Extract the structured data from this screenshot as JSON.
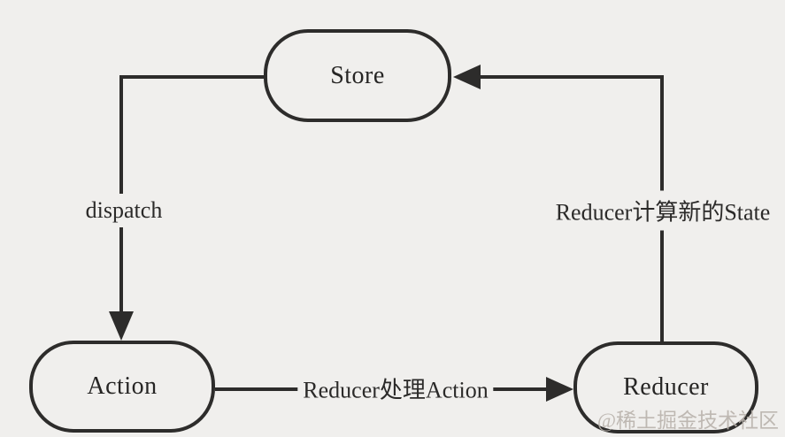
{
  "diagram": {
    "description": "Redux data flow diagram",
    "nodes": [
      {
        "id": "store",
        "label": "Store"
      },
      {
        "id": "action",
        "label": "Action"
      },
      {
        "id": "reducer",
        "label": "Reducer"
      }
    ],
    "edges": [
      {
        "from": "store",
        "to": "action",
        "label": "dispatch"
      },
      {
        "from": "action",
        "to": "reducer",
        "label": "Reducer处理Action"
      },
      {
        "from": "reducer",
        "to": "store",
        "label": "Reducer计算新的State"
      }
    ]
  },
  "watermark": {
    "text": "@稀土掘金技术社区"
  },
  "colors": {
    "background": "#f0efed",
    "stroke": "#2d2c2b",
    "text": "#2b2a29",
    "watermark": "#b9b3ac"
  }
}
